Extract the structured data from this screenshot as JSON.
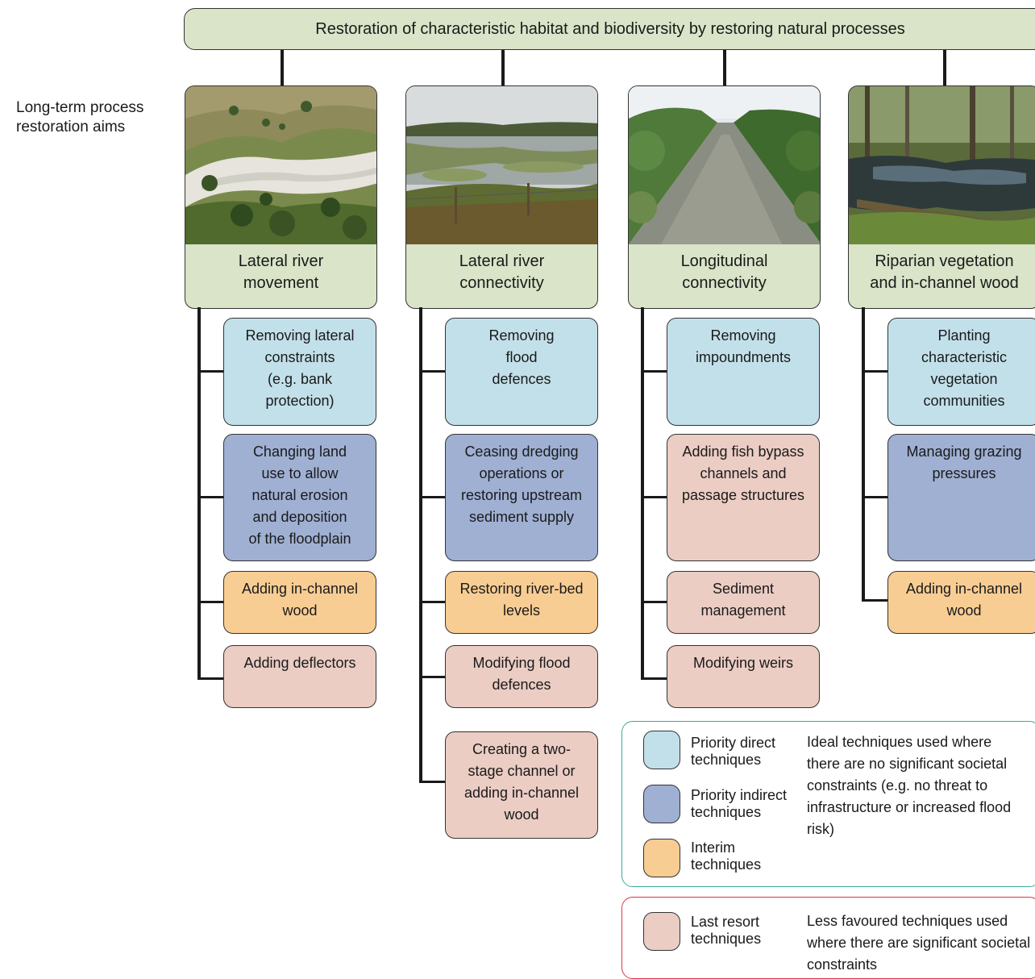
{
  "title": "Restoration of characteristic habitat and biodiversity by restoring natural processes",
  "side_label": "Long-term process restoration aims",
  "columns": [
    {
      "aim": "Lateral river\nmovement",
      "photo": "braided-river-valley-photo",
      "techniques": [
        {
          "label": "Removing lateral\nconstraints\n(e.g. bank\nprotection)",
          "category": "direct"
        },
        {
          "label": "Changing land\nuse to allow\nnatural erosion\nand deposition\nof the floodplain",
          "category": "indirect"
        },
        {
          "label": "Adding in-channel\nwood",
          "category": "interim"
        },
        {
          "label": "Adding deflectors",
          "category": "last"
        }
      ]
    },
    {
      "aim": "Lateral river\nconnectivity",
      "photo": "flooded-floodplain-photo",
      "techniques": [
        {
          "label": "Removing\nflood\ndefences",
          "category": "direct"
        },
        {
          "label": "Ceasing dredging\noperations or\nrestoring upstream\nsediment supply",
          "category": "indirect"
        },
        {
          "label": "Restoring river-bed\nlevels",
          "category": "interim"
        },
        {
          "label": "Modifying flood\ndefences",
          "category": "last"
        },
        {
          "label": "Creating a two-\nstage channel or\nadding in-channel\nwood",
          "category": "last"
        }
      ]
    },
    {
      "aim": "Longitudinal\nconnectivity",
      "photo": "river-channel-photo",
      "techniques": [
        {
          "label": "Removing\nimpoundments",
          "category": "direct"
        },
        {
          "label": "Adding fish bypass\nchannels and\npassage structures",
          "category": "last"
        },
        {
          "label": "Sediment\nmanagement",
          "category": "last"
        },
        {
          "label": "Modifying weirs",
          "category": "last"
        }
      ]
    },
    {
      "aim": "Riparian vegetation\nand in-channel wood",
      "photo": "woodland-stream-photo",
      "techniques": [
        {
          "label": "Planting\ncharacteristic\nvegetation\ncommunities",
          "category": "direct"
        },
        {
          "label": "Managing grazing\npressures",
          "category": "indirect"
        },
        {
          "label": "Adding in-channel\nwood",
          "category": "interim"
        }
      ]
    }
  ],
  "legend": {
    "ideal": {
      "items": [
        {
          "label": "Priority direct\ntechniques",
          "color": "#c2e0ea"
        },
        {
          "label": "Priority indirect\ntechniques",
          "color": "#9fb0d3"
        },
        {
          "label": "Interim\ntechniques",
          "color": "#f8cd94"
        }
      ],
      "description": "Ideal techniques used where there are no significant societal constraints (e.g. no threat to infrastructure or increased flood risk)",
      "border_color": "#3aab9a"
    },
    "last_resort": {
      "items": [
        {
          "label": "Last resort\ntechniques",
          "color": "#ebcdc4"
        }
      ],
      "description": "Less favoured techniques used where there are significant societal constraints",
      "border_color": "#d9364a"
    }
  },
  "colors": {
    "aim_fill": "#d9e4c8",
    "direct": "#c2e0ea",
    "indirect": "#9fb0d3",
    "interim": "#f8cd94",
    "last": "#ebcdc4"
  }
}
